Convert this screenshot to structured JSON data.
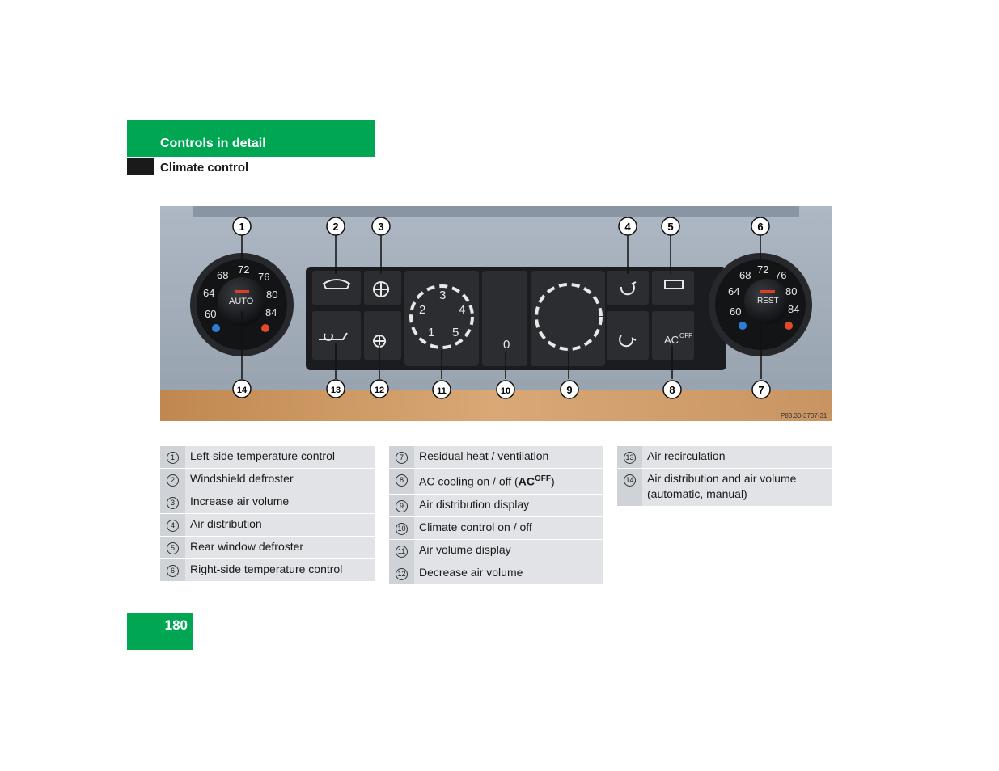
{
  "header": {
    "section": "Controls in detail",
    "subsection": "Climate control"
  },
  "figure": {
    "code": "P83.30-3707-31",
    "callouts_top": [
      "1",
      "2",
      "3",
      "4",
      "5",
      "6"
    ],
    "callouts_bottom": [
      "14",
      "13",
      "12",
      "11",
      "10",
      "9",
      "8",
      "7"
    ],
    "left_dial": {
      "label": "AUTO",
      "scale": [
        "60",
        "64",
        "68",
        "72",
        "76",
        "80",
        "84"
      ]
    },
    "right_dial": {
      "label": "REST",
      "scale": [
        "60",
        "64",
        "68",
        "72",
        "76",
        "80",
        "84"
      ]
    },
    "fan_levels": [
      "1",
      "2",
      "3",
      "4",
      "5"
    ],
    "off_button": "0",
    "ac_label": "AC",
    "ac_sup": "OFF"
  },
  "legend": {
    "col1": [
      {
        "num": "1",
        "text": "Left-side temperature control"
      },
      {
        "num": "2",
        "text": "Windshield defroster"
      },
      {
        "num": "3",
        "text": "Increase air volume"
      },
      {
        "num": "4",
        "text": "Air distribution"
      },
      {
        "num": "5",
        "text": "Rear window defroster"
      },
      {
        "num": "6",
        "text": "Right-side temperature control"
      }
    ],
    "col2": [
      {
        "num": "7",
        "text": "Residual heat / ventilation"
      },
      {
        "num": "8",
        "text": "AC cooling on / off (",
        "ac": "AC",
        "sup": "OFF",
        "tail": ")"
      },
      {
        "num": "9",
        "text": "Air distribution display"
      },
      {
        "num": "10",
        "text": "Climate control on / off"
      },
      {
        "num": "11",
        "text": "Air volume display"
      },
      {
        "num": "12",
        "text": "Decrease air volume"
      }
    ],
    "col3": [
      {
        "num": "13",
        "text": "Air recirculation"
      },
      {
        "num": "14",
        "text": "Air distribution and air volume (automatic, manual)"
      }
    ]
  },
  "page_number": "180"
}
